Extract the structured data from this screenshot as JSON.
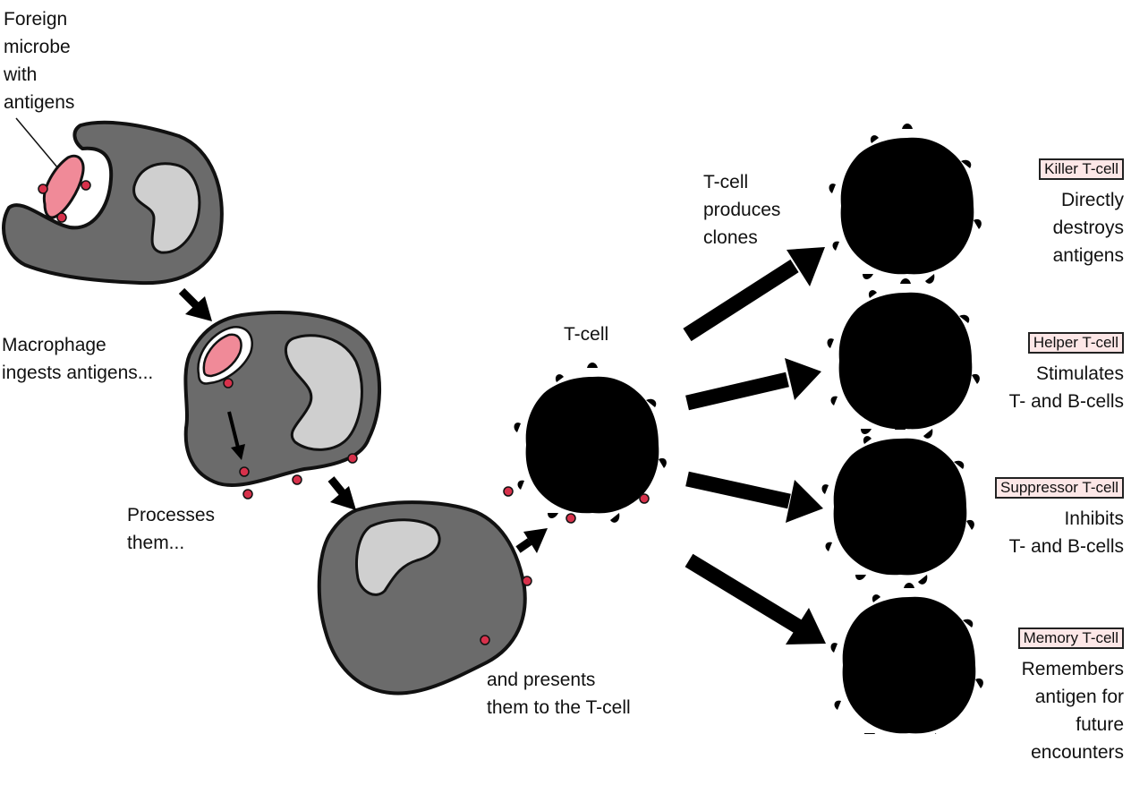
{
  "labels": {
    "foreign_microbe": "Foreign\nmicrobe\nwith\nantigens",
    "macrophage_ingests": "Macrophage\ningests antigens...",
    "processes": "Processes\nthem...",
    "presents": "and presents\nthem to the T-cell",
    "tcell": "T-cell",
    "produces_clones": "T-cell\nproduces\nclones"
  },
  "tcell_types": [
    {
      "name": "Killer T-cell",
      "description": "Directly\ndestroys\nantigens"
    },
    {
      "name": "Helper T-cell",
      "description": "Stimulates\nT- and B-cells"
    },
    {
      "name": "Suppressor T-cell",
      "description": "Inhibits\nT- and B-cells"
    },
    {
      "name": "Memory T-cell",
      "description": "Remembers\nantigen for\nfuture\nencounters"
    }
  ],
  "colors": {
    "macrophage": "#6b6b6b",
    "macrophage_nucleus": "#cfcfcf",
    "tcell_membrane": "#ea4a64",
    "tcell_nucleus": "#f9b2c4",
    "antigen": "#d7314b",
    "label_box": "#fde7e7"
  }
}
